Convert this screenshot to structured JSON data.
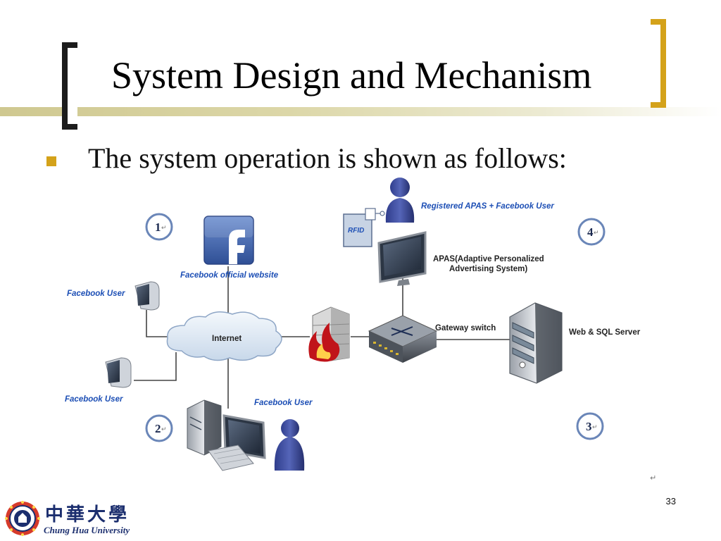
{
  "slide": {
    "title": "System Design and Mechanism",
    "bullet": "The system operation is shown as follows:",
    "page_number": "33",
    "return_mark": "↵"
  },
  "diagram": {
    "labels": {
      "facebook_official": "Facebook official website",
      "facebook_user_top": "Facebook User",
      "facebook_user_bottom": "Facebook User",
      "facebook_user_pc": "Facebook User",
      "internet": "Internet",
      "registered_user": "Registered APAS + Facebook User",
      "apas_line1": "APAS(Adaptive Personalized",
      "apas_line2": "Advertising System)",
      "gateway": "Gateway switch",
      "server": "Web & SQL Server",
      "rfid": "RFID"
    },
    "steps": [
      {
        "num": "1",
        "mark": "↵"
      },
      {
        "num": "2",
        "mark": "↵"
      },
      {
        "num": "3",
        "mark": "↵"
      },
      {
        "num": "4",
        "mark": "↵"
      }
    ]
  },
  "logo": {
    "chinese": "中華大學",
    "english": "Chung Hua University"
  },
  "colors": {
    "accent_gold": "#d4a21a",
    "label_blue": "#1d4fb5",
    "facebook_blue": "#3b5998",
    "title_rule": "#d6d09a"
  }
}
